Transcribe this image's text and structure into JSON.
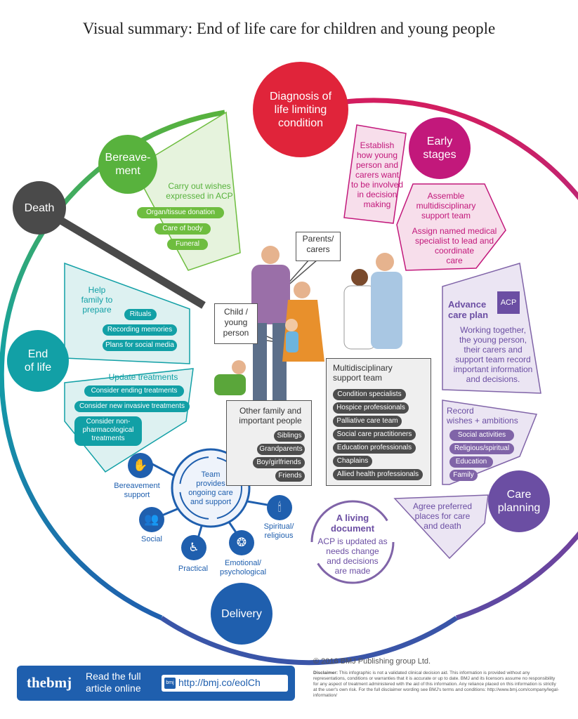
{
  "title": "Visual summary: End of life care for children and young people",
  "colors": {
    "diagnosis": "#e0243a",
    "early": "#c2187b",
    "care_planning": "#6b4ea3",
    "delivery": "#1f5fae",
    "end_of_life": "#12a0a6",
    "bereavement": "#58b23d",
    "death": "#4a4a4a"
  },
  "stages": {
    "diagnosis": "Diagnosis of\nlife limiting\ncondition",
    "early": "Early\nstages",
    "care_planning": "Care\nplanning",
    "delivery": "Delivery",
    "end_of_life": "End\nof life",
    "death": "Death",
    "bereavement": "Bereave-\nment"
  },
  "early_stages": {
    "involve": "Establish\nhow young\nperson and\ncarers want\nto be involved\nin decision\nmaking",
    "assemble": "Assemble\nmultidisciplinary\nsupport team",
    "assign": "Assign named medical\nspecialist to lead and\ncoordinate\ncare"
  },
  "advance_care_plan": {
    "title": "Advance\ncare plan",
    "badge": "ACP",
    "body": "Working together,\nthe young person,\ntheir carers and\nsupport team record\nimportant information\nand decisions."
  },
  "wishes": {
    "title": "Record\nwishes + ambitions",
    "items": [
      "Social activities",
      "Religious/spiritual",
      "Education",
      "Family"
    ]
  },
  "preferred_places": "Agree preferred\nplaces for care\nand death",
  "living_document": {
    "title": "A living\ndocument",
    "body": "ACP is updated as\nneeds change\nand decisions\nare made"
  },
  "delivery_hub": {
    "center": "Team\nprovides\nongoing care\nand support",
    "spokes": [
      "Bereavement\nsupport",
      "Social",
      "Practical",
      "Emotional/\npsychological",
      "Spiritual/\nreligious"
    ]
  },
  "end_of_life_care": {
    "help_title": "Help\nfamily to\nprepare",
    "help_items": [
      "Rituals",
      "Recording memories",
      "Plans for social media"
    ],
    "update_title": "Update treatments",
    "update_items": [
      "Consider ending treatments",
      "Consider new invasive treatments",
      "Consider non-\npharmacological\ntreatments"
    ]
  },
  "bereavement_care": {
    "title": "Carry out wishes\nexpressed in ACP",
    "items": [
      "Organ/tissue donation",
      "Care of body",
      "Funeral"
    ]
  },
  "callouts": {
    "parents": "Parents/\ncarers",
    "child": "Child /\nyoung\nperson"
  },
  "family": {
    "title": "Other family and\nimportant people",
    "items": [
      "Siblings",
      "Grandparents",
      "Boy/girlfriends",
      "Friends"
    ]
  },
  "mdt": {
    "title": "Multidisciplinary\nsupport team",
    "items": [
      "Condition specialists",
      "Hospice professionals",
      "Palliative care team",
      "Social care practitioners",
      "Education professionals",
      "Chaplains",
      "Allied health professionals"
    ]
  },
  "footer": {
    "brand": "thebmj",
    "read": "Read the full\narticle online",
    "badge": "bmj",
    "url": "http://bmj.co/eolCh"
  },
  "copyright": "© 2016 BMJ Publishing group Ltd.",
  "disclaimer_label": "Disclaimer:",
  "disclaimer": "This infographic is not a validated clinical decision aid. This information is provided without any representations, conditions or warranties that it is accurate or up to date. BMJ and its licensors assume no responsibility for any aspect of treatment administered with the aid of this information. Any reliance placed on this information is strictly at the user's own risk. For the full disclaimer wording see BMJ's terms and conditions: http://www.bmj.com/company/legal-information/"
}
